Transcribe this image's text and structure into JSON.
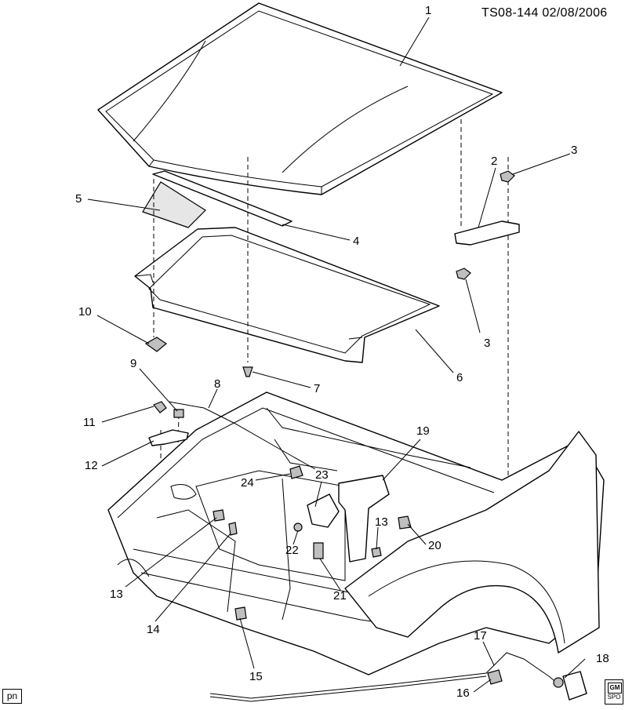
{
  "document_id": "TS08-144 02/08/2006",
  "corner_label": "pn",
  "logo": {
    "top": "GM",
    "bottom": "SPO"
  },
  "callouts": [
    "1",
    "2",
    "3",
    "3",
    "4",
    "5",
    "6",
    "7",
    "8",
    "9",
    "10",
    "11",
    "12",
    "13",
    "13",
    "14",
    "15",
    "16",
    "17",
    "18",
    "19",
    "20",
    "21",
    "22",
    "23",
    "24"
  ]
}
